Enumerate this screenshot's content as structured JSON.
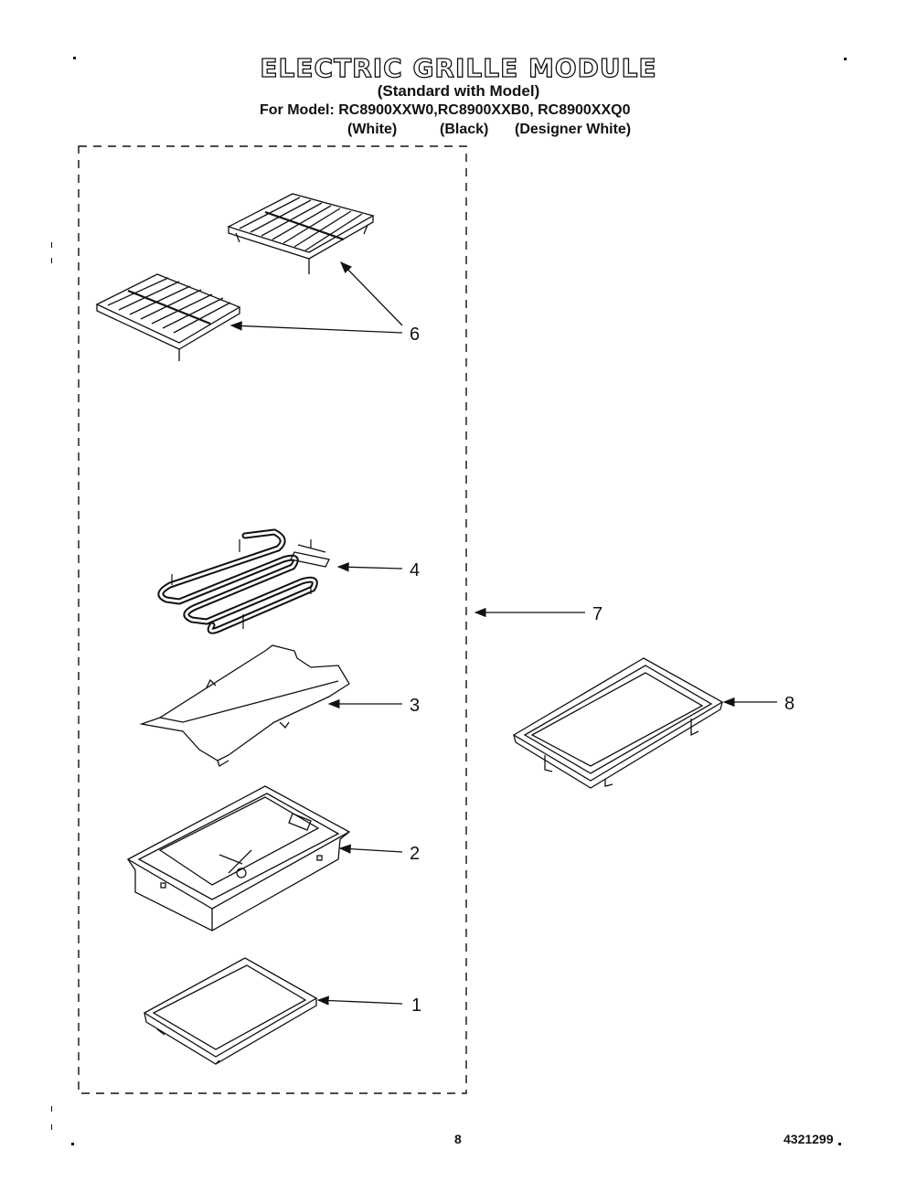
{
  "header": {
    "title": "ELECTRIC GRILLE MODULE",
    "subtitle": "(Standard with Model)",
    "models_line": "For Model: RC8900XXW0,RC8900XXB0, RC8900XXQ0",
    "variants": [
      "(White)",
      "(Black)",
      "(Designer White)"
    ]
  },
  "callouts": [
    "1",
    "2",
    "3",
    "4",
    "6",
    "7",
    "8"
  ],
  "footer": {
    "page_number": "8",
    "doc_number": "4321299"
  },
  "colors": {
    "ink": "#111111",
    "paper": "#ffffff"
  }
}
